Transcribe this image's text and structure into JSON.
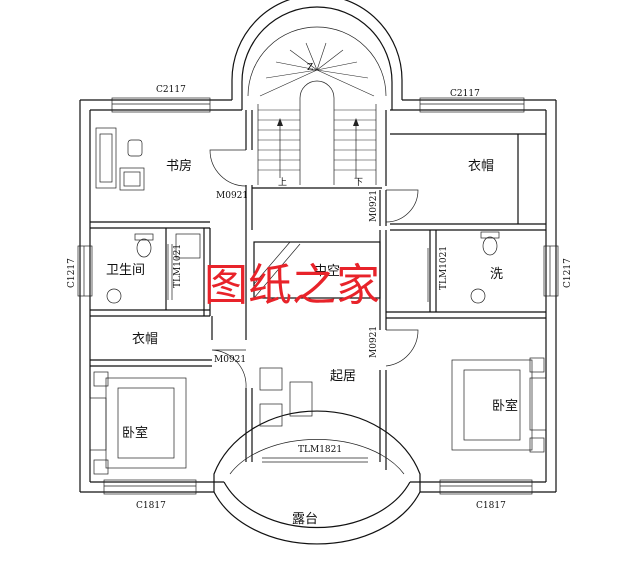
{
  "rooms": {
    "study": "书房",
    "wardrobe_right": "衣帽",
    "bathroom_left": "卫生间",
    "wash_right": "洗",
    "wardrobe_left": "衣帽",
    "void": "中空",
    "living": "起居",
    "bedroom_left": "卧室",
    "bedroom_right": "卧室",
    "balcony": "露台"
  },
  "window_codes": {
    "top_left": "C2117",
    "top_right": "C2117",
    "side_left": "C1217",
    "side_right": "C1217",
    "bottom_left": "C1817",
    "bottom_right": "C1817",
    "door_study": "M0921",
    "door_bedroom": "M0921",
    "door_wardrobe_right": "M0921",
    "door_bedroom_right": "M0921",
    "sliding_bath_left": "TLM1021",
    "sliding_bath_right": "TLM1021",
    "sliding_living": "TLM1821"
  },
  "stair": {
    "up": "上",
    "down": "下"
  },
  "watermark": {
    "text": "图纸之家",
    "color": "#e8232a"
  }
}
